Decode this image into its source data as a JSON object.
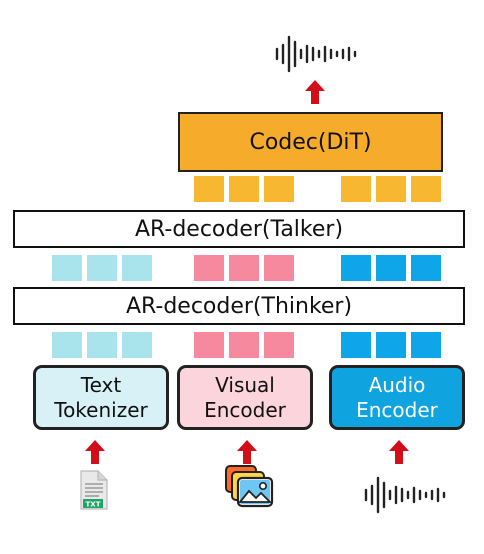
{
  "diagram": {
    "codec_label": "Codec(DiT)",
    "talker_label": "AR-decoder(Talker)",
    "thinker_label": "AR-decoder(Thinker)",
    "encoders": [
      {
        "line1": "Text",
        "line2": "Tokenizer"
      },
      {
        "line1": "Visual",
        "line2": "Encoder"
      },
      {
        "line1": "Audio",
        "line2": "Encoder"
      }
    ],
    "icons": {
      "output": "audio-waveform-icon",
      "text_input": "txt-file-icon",
      "visual_input": "image-stack-icon",
      "audio_input": "audio-waveform-icon"
    },
    "colors": {
      "codec": "#f6ab2b",
      "codec_tokens": "#f7b731",
      "text_tokens": "#a9e3ec",
      "visual_tokens": "#f7899e",
      "audio_tokens": "#0ea5e9",
      "arrow": "#d10e1a"
    }
  }
}
